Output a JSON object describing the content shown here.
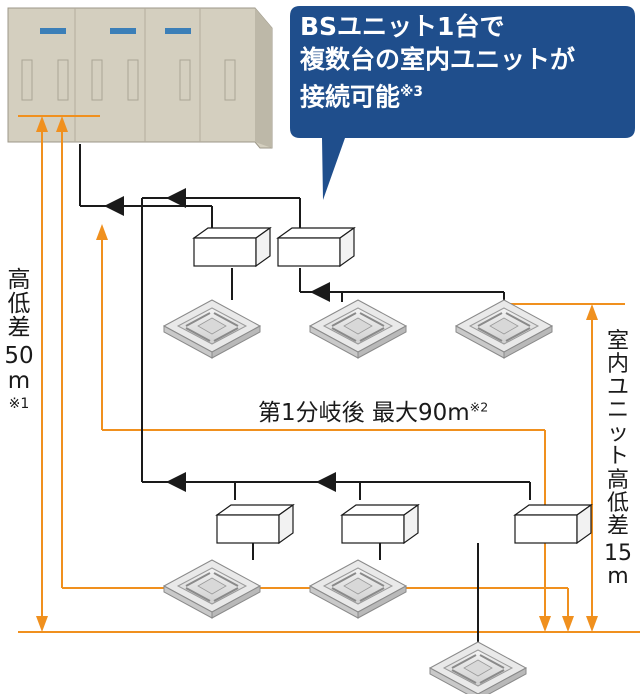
{
  "colors": {
    "orange": "#f0901e",
    "pipe": "#1a1a1a",
    "bubble": "#1f4e8c",
    "unit_body": "#d4cfbf"
  },
  "callout": {
    "line1": "BSユニット1台で",
    "line2": "複数台の室内ユニットが",
    "line3": "接続可能",
    "note": "※3"
  },
  "height_diff_left": {
    "chars": [
      "高",
      "低",
      "差",
      "50",
      "m"
    ],
    "note": "※1"
  },
  "branch_length": {
    "text": "第1分岐後 最大90m",
    "note": "※2"
  },
  "indoor_height_diff": {
    "chars": [
      "室",
      "内",
      "ユ",
      "ニ",
      "ッ",
      "ト",
      "高",
      "低",
      "差",
      "15",
      "m"
    ]
  },
  "outdoor_unit": {
    "icon": "outdoor-unit-icon"
  },
  "bs_unit": {
    "icon": "bs-unit-icon"
  },
  "indoor_unit": {
    "icon": "ceiling-cassette-icon"
  }
}
